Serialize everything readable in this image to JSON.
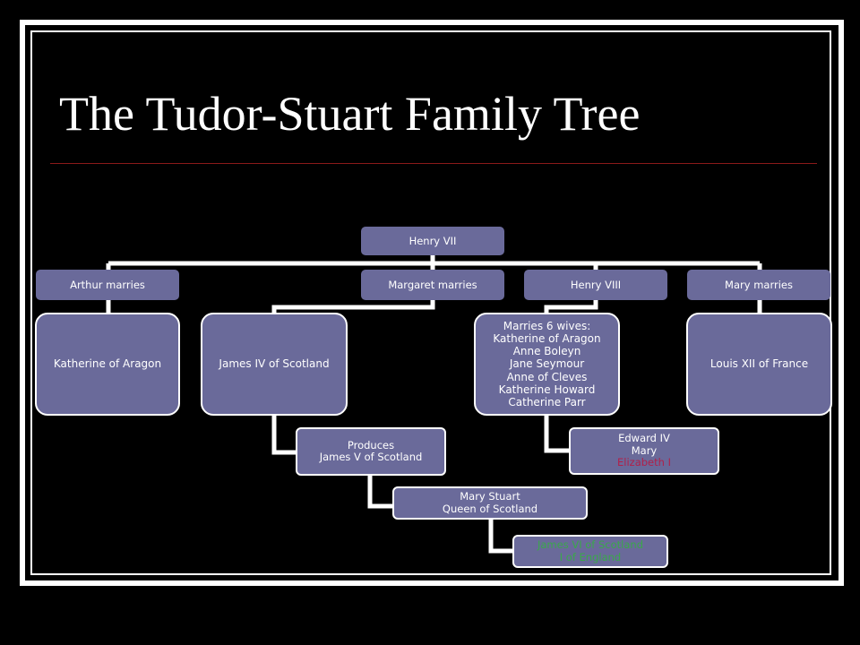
{
  "slide": {
    "title": "The Tudor-Stuart Family Tree",
    "rule_color": "#8b1a1a"
  },
  "colors": {
    "node_fill": "#6a6a9a",
    "connector": "#ffffff",
    "elizabeth": "#b0204a",
    "james_vi": "#3aa84a"
  },
  "tree": {
    "root": {
      "lines": [
        "Henry VII"
      ]
    },
    "arthur": {
      "lines": [
        "Arthur marries"
      ]
    },
    "katherine_aragon": {
      "lines": [
        "Katherine of Aragon"
      ]
    },
    "margaret": {
      "lines": [
        "Margaret marries"
      ]
    },
    "james_iv": {
      "lines": [
        "James IV of Scotland"
      ]
    },
    "produces": {
      "lines": [
        "Produces",
        "James V of Scotland"
      ]
    },
    "mary_stuart": {
      "lines": [
        "Mary Stuart",
        "Queen of Scotland"
      ]
    },
    "james_vi": {
      "lines": [
        "James VI of Scotland",
        "I of England"
      ]
    },
    "henry_viii": {
      "lines": [
        "Henry VIII"
      ]
    },
    "six_wives": {
      "lines": [
        "Marries 6 wives:",
        "Katherine of Aragon",
        "Anne Boleyn",
        "Jane Seymour",
        "Anne of Cleves",
        "Katherine Howard",
        "Catherine Parr"
      ]
    },
    "children": {
      "lines": [
        "Edward IV",
        "Mary",
        "Elizabeth I"
      ]
    },
    "mary": {
      "lines": [
        "Mary marries"
      ]
    },
    "louis_xii": {
      "lines": [
        "Louis XII of France"
      ]
    }
  }
}
